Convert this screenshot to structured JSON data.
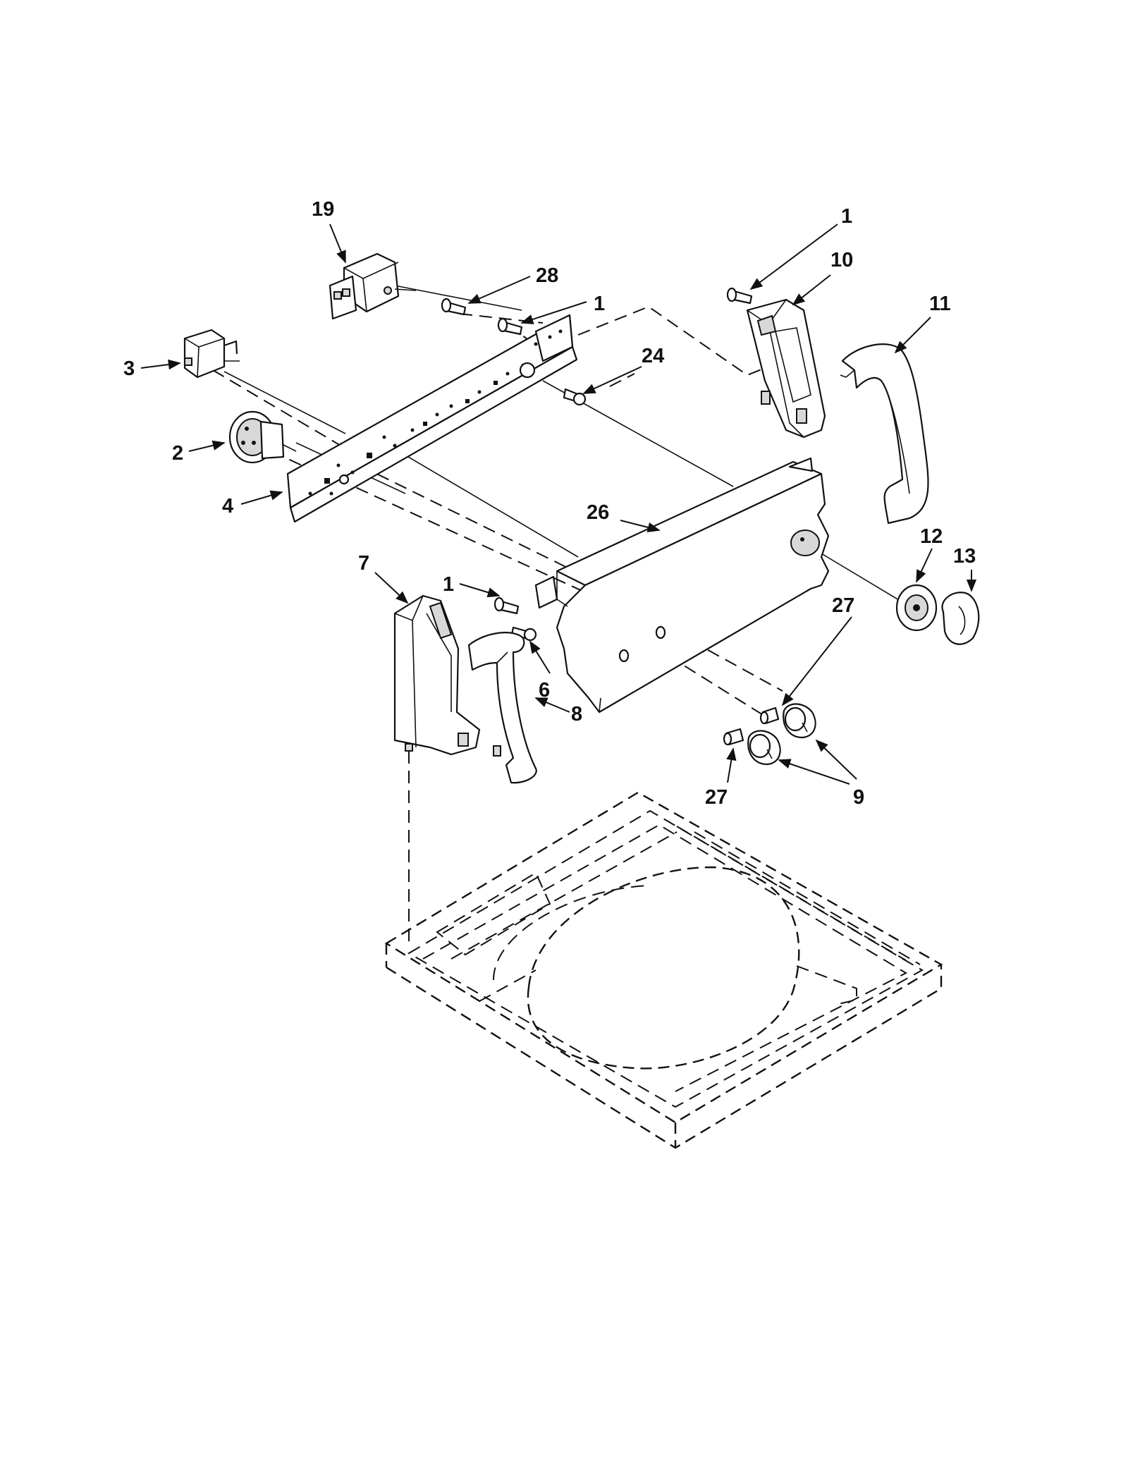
{
  "callouts": [
    {
      "id": "c19",
      "text": "19"
    },
    {
      "id": "c28",
      "text": "28"
    },
    {
      "id": "c1a",
      "text": "1"
    },
    {
      "id": "c1b",
      "text": "1"
    },
    {
      "id": "c10",
      "text": "10"
    },
    {
      "id": "c11",
      "text": "11"
    },
    {
      "id": "c3",
      "text": "3"
    },
    {
      "id": "c24",
      "text": "24"
    },
    {
      "id": "c2",
      "text": "2"
    },
    {
      "id": "c4",
      "text": "4"
    },
    {
      "id": "c26",
      "text": "26"
    },
    {
      "id": "c12",
      "text": "12"
    },
    {
      "id": "c13",
      "text": "13"
    },
    {
      "id": "c7",
      "text": "7"
    },
    {
      "id": "c1c",
      "text": "1"
    },
    {
      "id": "c27a",
      "text": "27"
    },
    {
      "id": "c6",
      "text": "6"
    },
    {
      "id": "c8",
      "text": "8"
    },
    {
      "id": "c27b",
      "text": "27"
    },
    {
      "id": "c9",
      "text": "9"
    }
  ]
}
